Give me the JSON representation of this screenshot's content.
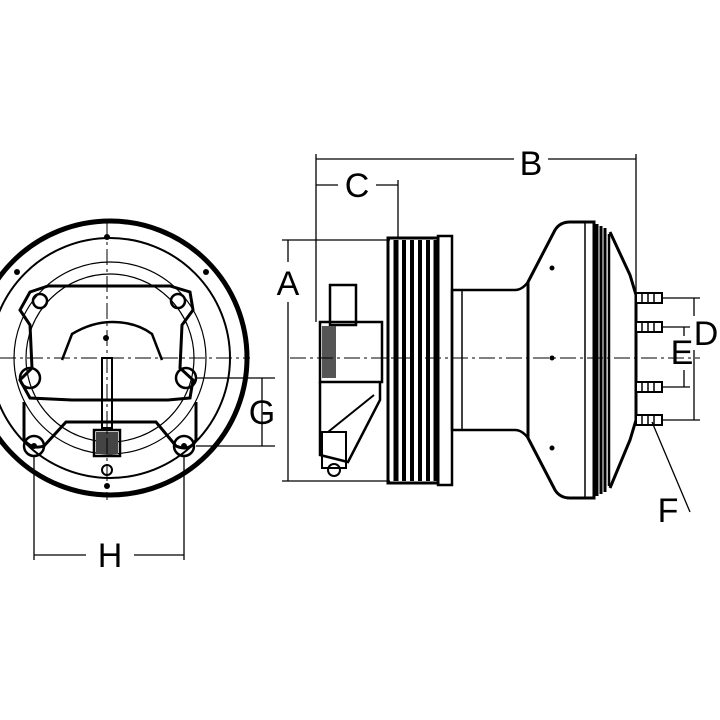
{
  "dimension_labels": {
    "a": "A",
    "b": "B",
    "c": "C",
    "d": "D",
    "e": "E",
    "f": "F",
    "g": "G",
    "h": "H"
  }
}
